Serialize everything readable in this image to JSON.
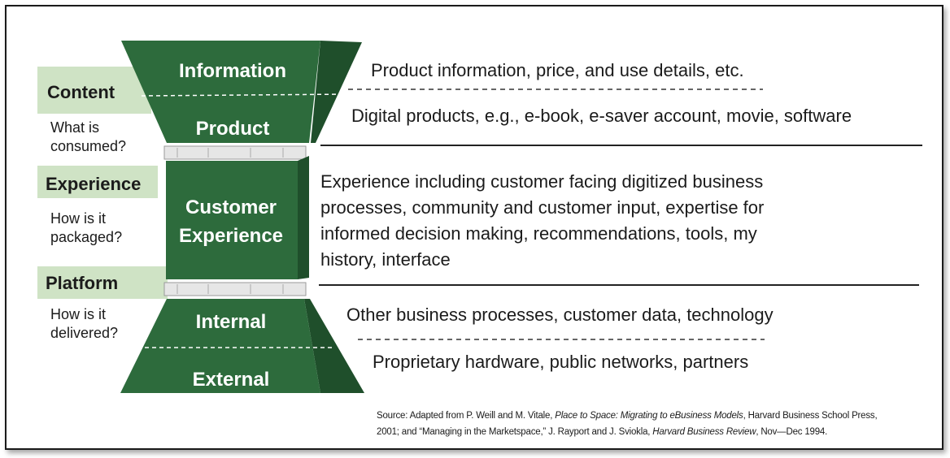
{
  "left_labels": [
    {
      "title": "Content",
      "question": [
        "What is",
        "consumed?"
      ]
    },
    {
      "title": "Experience",
      "question": [
        "How is it",
        "packaged?"
      ]
    },
    {
      "title": "Platform",
      "question": [
        "How is it",
        "delivered?"
      ]
    }
  ],
  "shape_labels": {
    "information": "Information",
    "product": "Product",
    "customer_experience": [
      "Customer",
      "Experience"
    ],
    "internal": "Internal",
    "external": "External"
  },
  "descriptions": {
    "information": "Product information, price, and use details, etc.",
    "product": "Digital products, e.g., e-book, e-saver account, movie, software",
    "experience": [
      "Experience including customer facing digitized business",
      "processes, community and customer input, expertise for",
      "informed decision making, recommendations, tools, my",
      "history, interface"
    ],
    "internal": "Other business processes, customer data, technology",
    "external": "Proprietary hardware, public networks, partners"
  },
  "source": {
    "prefix": "Source: Adapted from P. Weill and M. Vitale, ",
    "title1": "Place to Space: Migrating to eBusiness Models",
    "mid1": ", Harvard Business School Press,",
    "line2_prefix": "2001; and “Managing in the Marketspace,” J. Rayport and J. Sviokla, ",
    "title2": "Harvard Business Review",
    "suffix": ", Nov—Dec 1994."
  },
  "colors": {
    "green": "#2d6b3c",
    "green_dark": "#1f4f2b",
    "green_light": "#cfe3c5",
    "connector": "#e6e6e6"
  }
}
